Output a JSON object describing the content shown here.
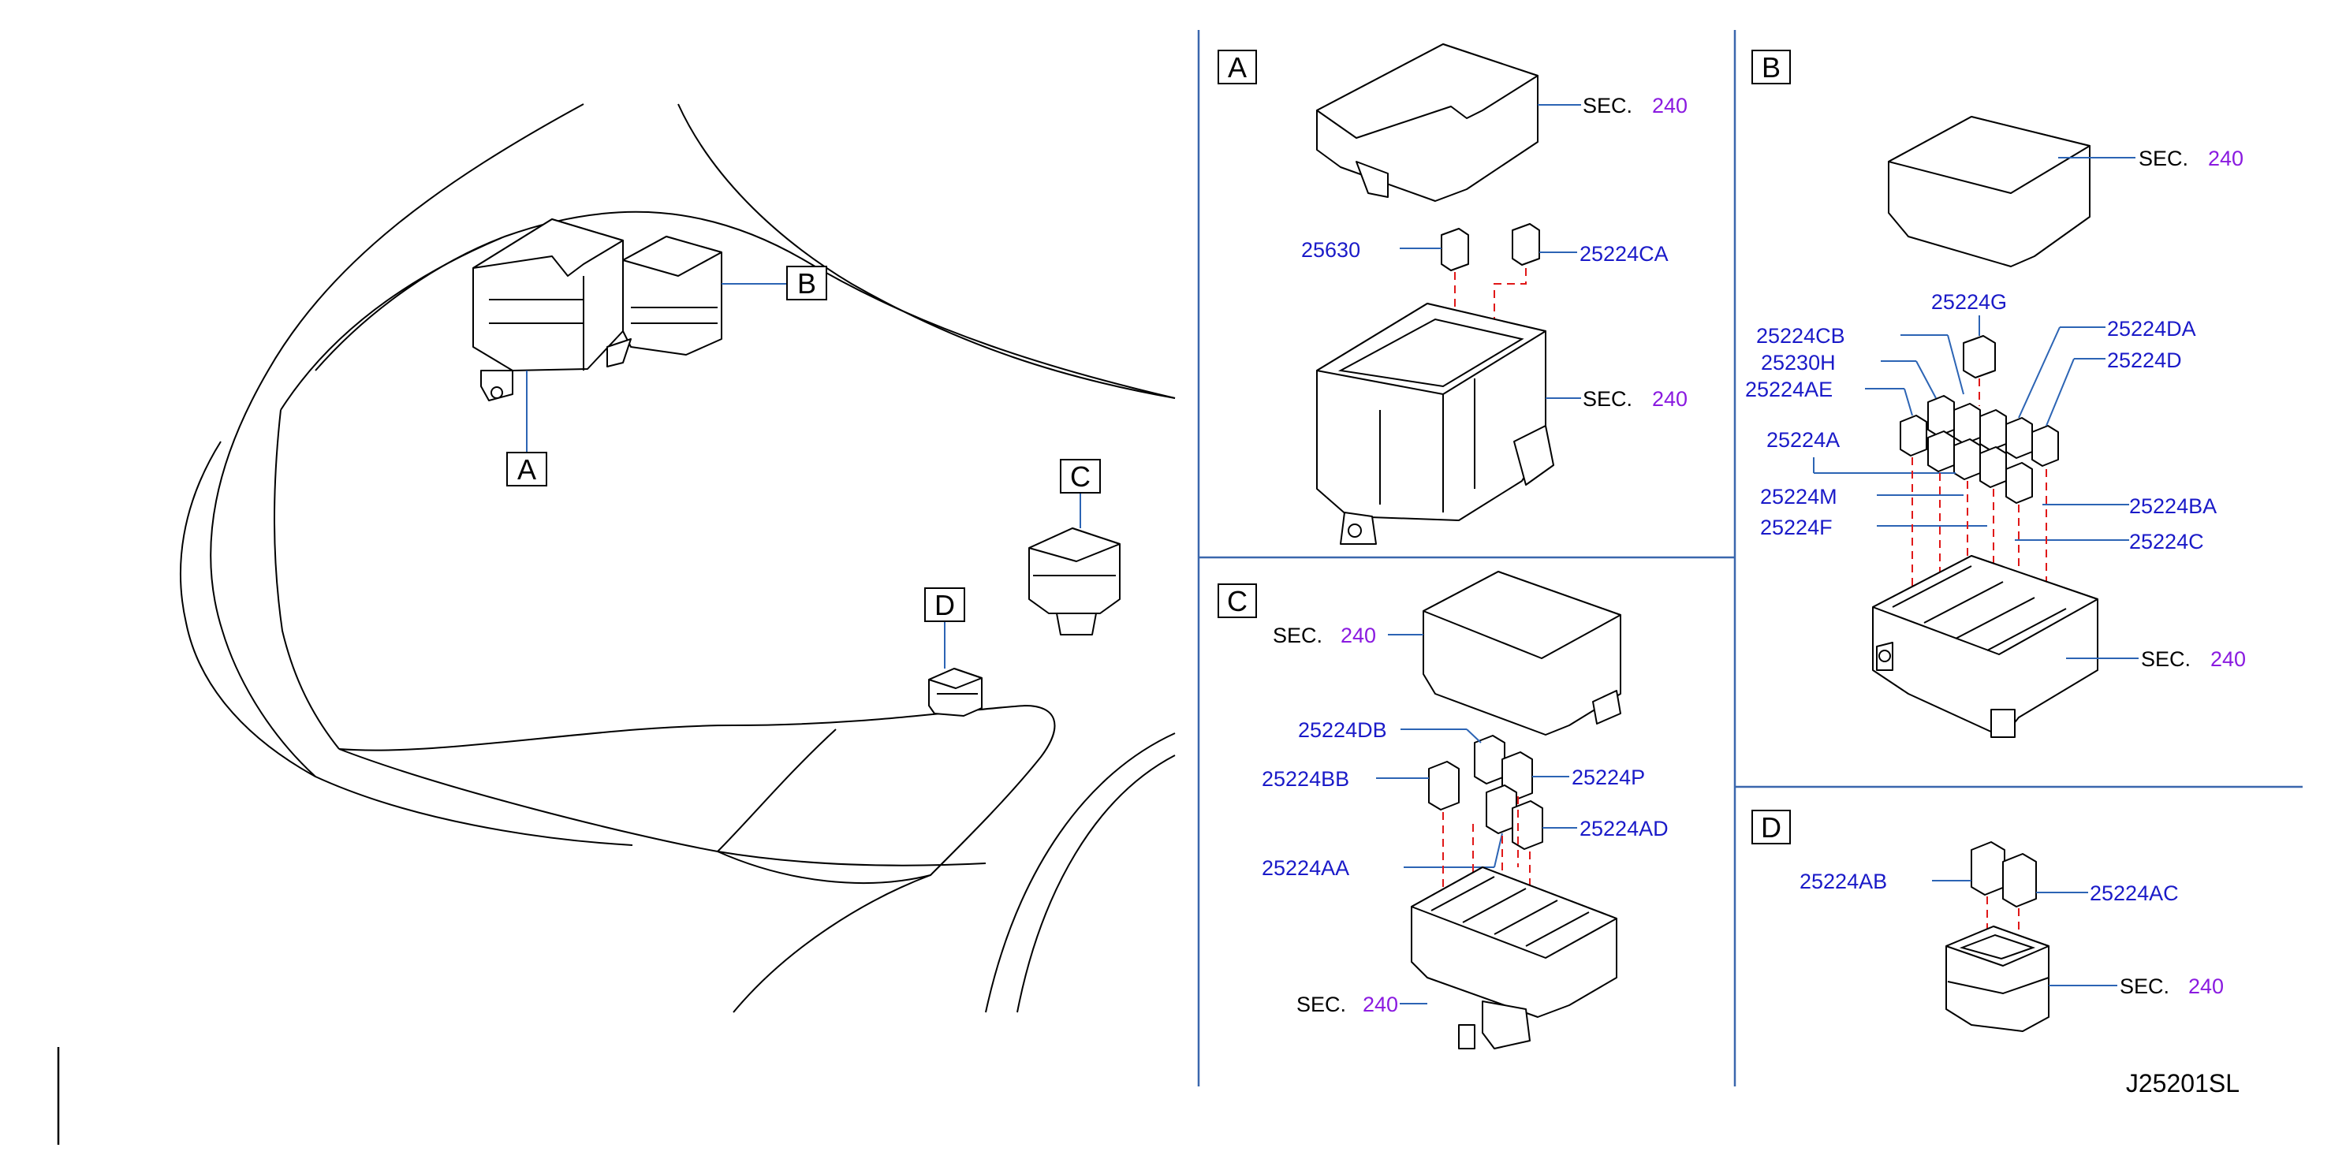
{
  "diagram_code": "J25201SL",
  "sec_label": "SEC.",
  "sec_number": "240",
  "callouts": {
    "A": "A",
    "B": "B",
    "C": "C",
    "D": "D"
  },
  "panel_A": {
    "title": "A",
    "parts": [
      "25630",
      "25224CA"
    ]
  },
  "panel_B": {
    "title": "B",
    "parts": [
      "25224G",
      "25224CB",
      "25224DA",
      "25230H",
      "25224D",
      "25224AE",
      "25224A",
      "25224M",
      "25224BA",
      "25224F",
      "25224C"
    ]
  },
  "panel_C": {
    "title": "C",
    "parts": [
      "25224DB",
      "25224BB",
      "25224P",
      "25224AD",
      "25224AA"
    ]
  },
  "panel_D": {
    "title": "D",
    "parts": [
      "25224AB",
      "25224AC"
    ]
  },
  "colors": {
    "part_number": "#1a1ac8",
    "section_number": "#8a1ae0",
    "leader_line": "#2c64b4",
    "divider": "#3a67ad",
    "hidden_line": "#e01818"
  }
}
